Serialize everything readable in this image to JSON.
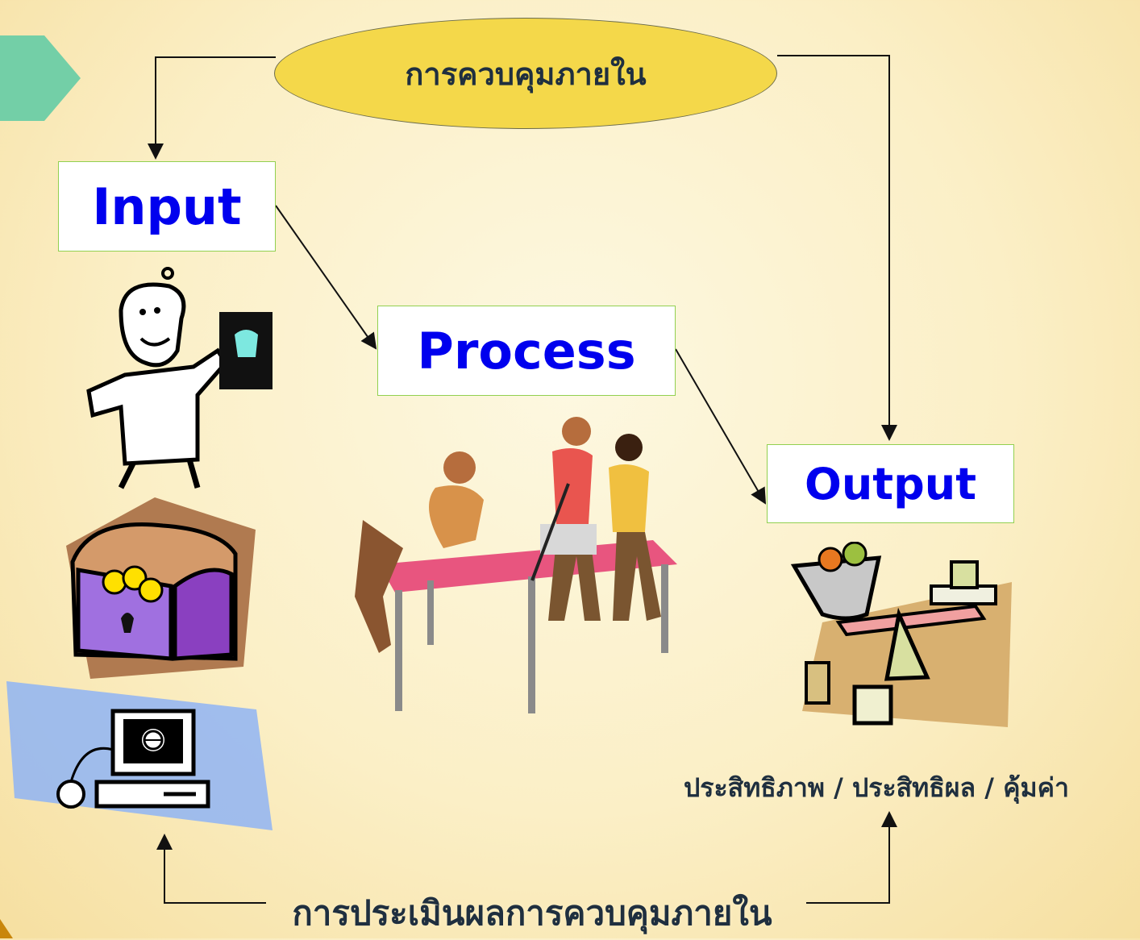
{
  "header": {
    "oval_label": "การควบคุมภายใน"
  },
  "boxes": {
    "input_label": "Input",
    "process_label": "Process",
    "output_label": "Output"
  },
  "result_label": "ประสิทธิภาพ / ประสิทธิผล / คุ้มค่า",
  "footer": {
    "evaluation_label": "การประเมินผลการควบคุมภายใน"
  },
  "colors": {
    "oval_fill": "#f4d84a",
    "box_border": "#92d050",
    "box_text": "#0000ee",
    "tab_arrow": "#73cfa7",
    "background": "#fbefc6"
  },
  "icons": [
    "doctor-xray-clipart",
    "treasure-chest-clipart",
    "computer-clipart",
    "team-meeting-illustration",
    "scale-weights-clipart"
  ]
}
